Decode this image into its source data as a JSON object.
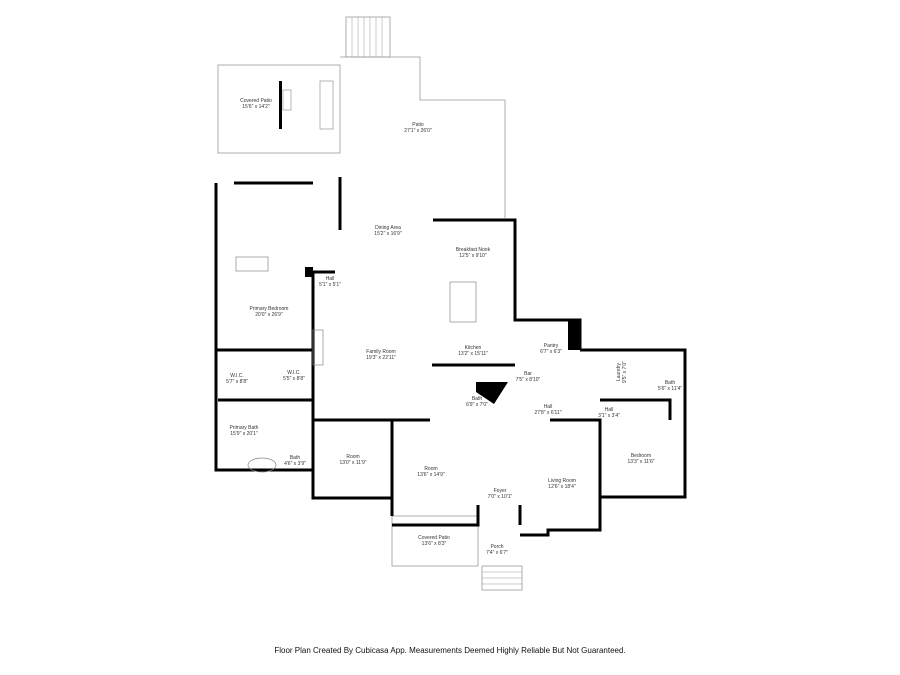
{
  "rooms": [
    {
      "name": "Covered Patio",
      "size": "15'6\" x 14'2\""
    },
    {
      "name": "Patio",
      "size": "27'1\" x 26'0\""
    },
    {
      "name": "Dining Area",
      "size": "15'2\" x 16'9\""
    },
    {
      "name": "Breakfast Nook",
      "size": "12'5\" x 9'10\""
    },
    {
      "name": "Hall",
      "size": "5'1\" x 5'1\""
    },
    {
      "name": "Primary Bedroom",
      "size": "20'0\" x 26'9\""
    },
    {
      "name": "Family Room",
      "size": "19'3\" x 22'11\""
    },
    {
      "name": "Kitchen",
      "size": "13'2\" x 15'11\""
    },
    {
      "name": "Pantry",
      "size": "6'7\" x 6'3\""
    },
    {
      "name": "Bar",
      "size": "7'5\" x 8'10\""
    },
    {
      "name": "Laundry",
      "size": "9'5\" x 7'0\""
    },
    {
      "name": "Bath",
      "size": "5'6\" x 11'4\""
    },
    {
      "name": "W.I.C.",
      "size": "5'7\" x 8'8\""
    },
    {
      "name": "W.I.C.",
      "size": "5'5\" x 8'8\""
    },
    {
      "name": "Bath",
      "size": "6'9\" x 7'0\""
    },
    {
      "name": "Hall",
      "size": "27'8\" x 6'11\""
    },
    {
      "name": "Hall",
      "size": "3'1\" x 3'4\""
    },
    {
      "name": "Bedroom",
      "size": "13'3\" x 11'6\""
    },
    {
      "name": "Primary Bath",
      "size": "15'9\" x 20'1\""
    },
    {
      "name": "Bath",
      "size": "4'6\" x 3'9\""
    },
    {
      "name": "Room",
      "size": "13'0\" x 11'9\""
    },
    {
      "name": "Room",
      "size": "13'6\" x 14'9\""
    },
    {
      "name": "Living Room",
      "size": "12'6\" x 18'4\""
    },
    {
      "name": "Foyer",
      "size": "7'0\" x 10'1\""
    },
    {
      "name": "Covered Patio",
      "size": "13'6\" x 8'3\""
    },
    {
      "name": "Porch",
      "size": "7'4\" x 6'7\""
    }
  ],
  "footer": "Floor Plan Created By Cubicasa App. Measurements Deemed Highly Reliable But Not Guaranteed."
}
